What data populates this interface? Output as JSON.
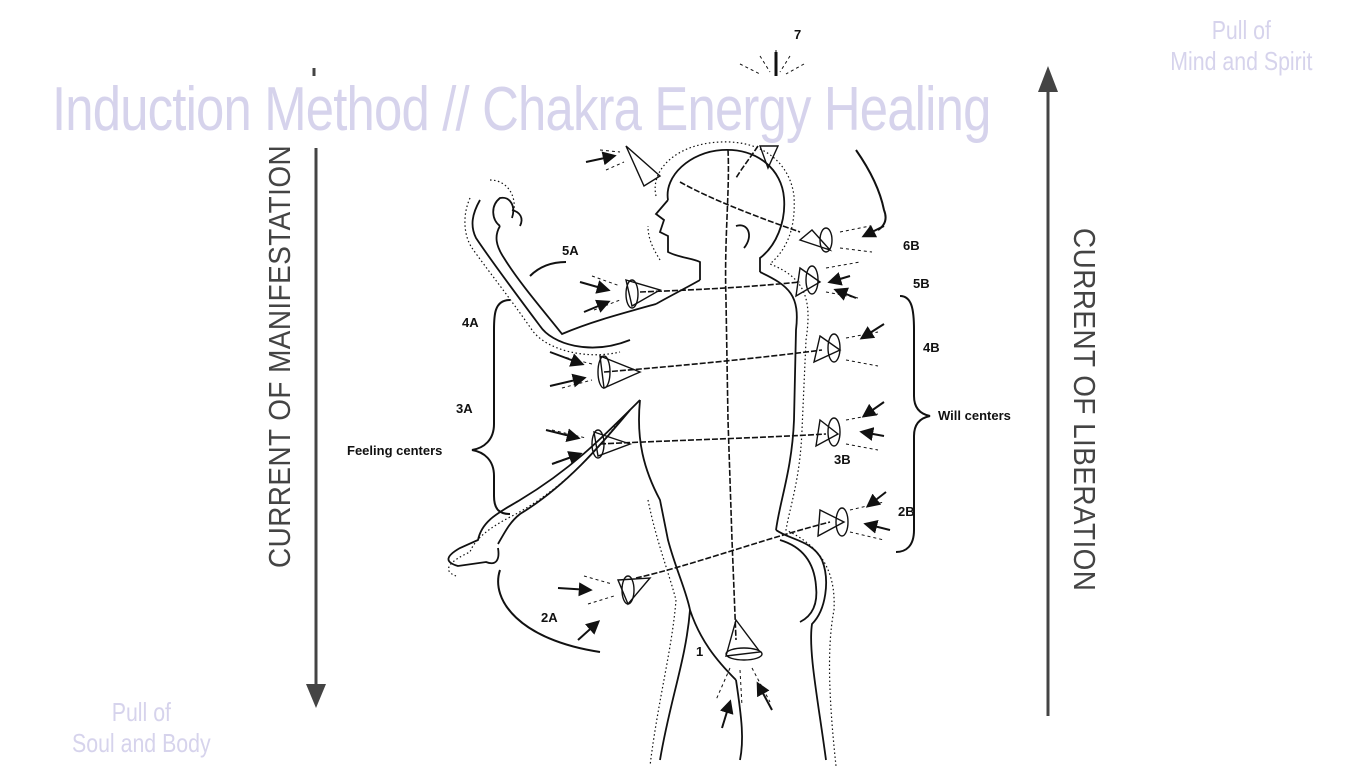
{
  "title": "Induction Method // Chakra Energy Healing",
  "corner_top_right": [
    "Pull of",
    "Mind and Spirit"
  ],
  "corner_bottom_left": [
    "Pull of",
    "Soul and Body"
  ],
  "left_axis_label": "CURRENT OF MANIFESTATION",
  "right_axis_label": "CURRENT OF LIBERATION",
  "figure": {
    "labels": {
      "c7": "7",
      "c6b": "6B",
      "c5a": "5A",
      "c5b": "5B",
      "c4a": "4A",
      "c4b": "4B",
      "c3a": "3A",
      "c3b": "3B",
      "c2a": "2A",
      "c2b": "2B",
      "c1": "1",
      "feeling": "Feeling centers",
      "will": "Will centers"
    }
  },
  "colors": {
    "title": "#d6d3ec",
    "corner_text": "#d6d3ec",
    "axis": "#444444",
    "ink": "#111111"
  }
}
